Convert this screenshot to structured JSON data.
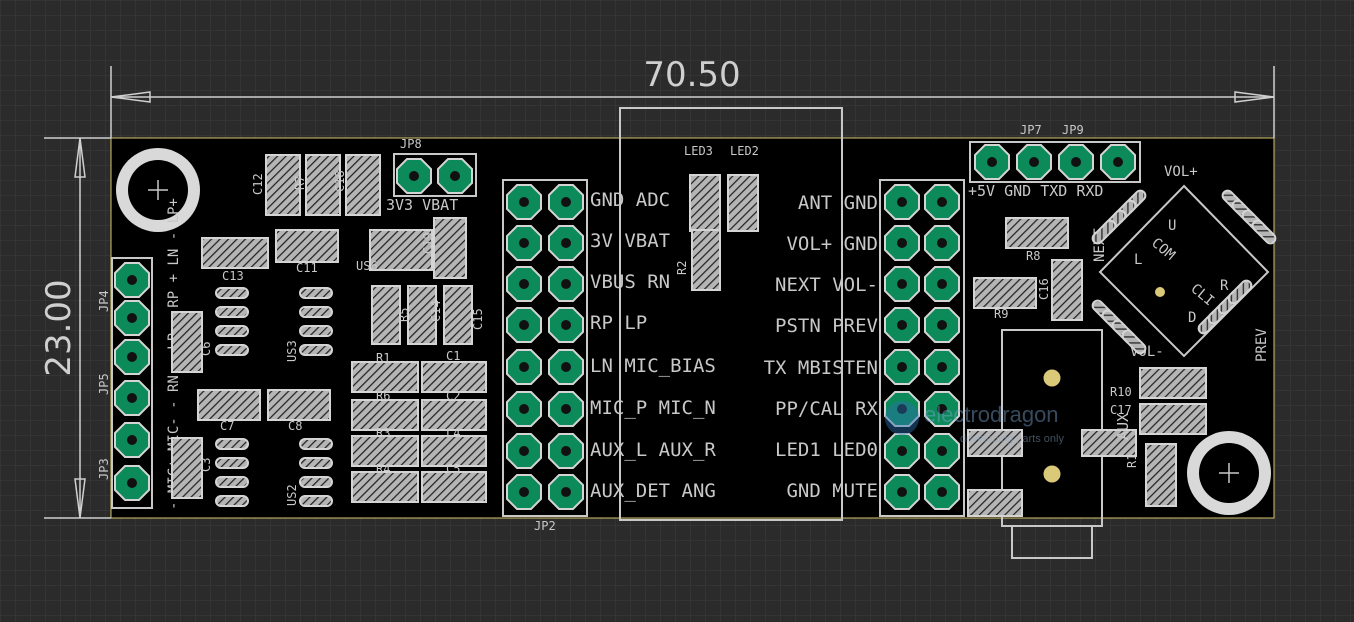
{
  "dimensions": {
    "width": "70.50",
    "height": "23.00"
  },
  "labels": {
    "jp8": "JP8",
    "jp7": "JP7",
    "jp9": "JP9",
    "jp2": "JP2",
    "jp3": "JP3",
    "jp4": "JP4",
    "jp5": "JP5",
    "led3": "LED3",
    "led2": "LED2",
    "v3vbat": "3V3  VBAT",
    "header_5v": "+5V GND TXD RXD",
    "vol_plus": "VOL+",
    "vol_minus": "VOL-",
    "next": "NEXT",
    "prev": "PREV",
    "com": "COM",
    "u": "U",
    "l": "L",
    "r": "R",
    "d": "D",
    "cli": "CLI",
    "aux": "AUX",
    "us6": "US6",
    "us3": "US3",
    "us2": "US2",
    "c12": "C12",
    "r7": "R7",
    "c18": "C18",
    "c13": "C13",
    "c11": "C11",
    "c19": "C19",
    "r5": "R5",
    "c14": "C14",
    "c15": "C15",
    "c6": "C6",
    "c7": "C7",
    "c8": "C8",
    "c3": "C3",
    "r1": "R1",
    "c1": "C1",
    "r6": "R6",
    "c2": "C2",
    "r3": "R3",
    "l4": "L4",
    "r4": "R4",
    "c5": "C5",
    "r2": "R2",
    "r8": "R8",
    "r9": "R9",
    "c16": "C16",
    "r10": "R10",
    "c17": "C17",
    "r11": "R11",
    "left_vertical": "- MIC+ MIC- - RN - LP - RP + LN - LP+"
  },
  "left_header_labels": [
    "GND ADC",
    "3V VBAT",
    "VBUS RN",
    "RP LP",
    "LN MIC_BIAS",
    "MIC_P MIC_N",
    "AUX_L AUX_R",
    "AUX_DET ANG"
  ],
  "right_header_labels": [
    "ANT GND",
    "VOL+ GND",
    "NEXT VOL-",
    "PSTN PREV",
    "TX MBISTEN",
    "PP/CAL RX",
    "LED1 LED0",
    "GND MUTE"
  ],
  "watermark": "electrodragon",
  "watermark_sub": "developing parts only",
  "colors": {
    "board": "#000000",
    "background": "#2b2b2b",
    "pad": "#0d8a5a",
    "silk": "#c8c8c8"
  }
}
